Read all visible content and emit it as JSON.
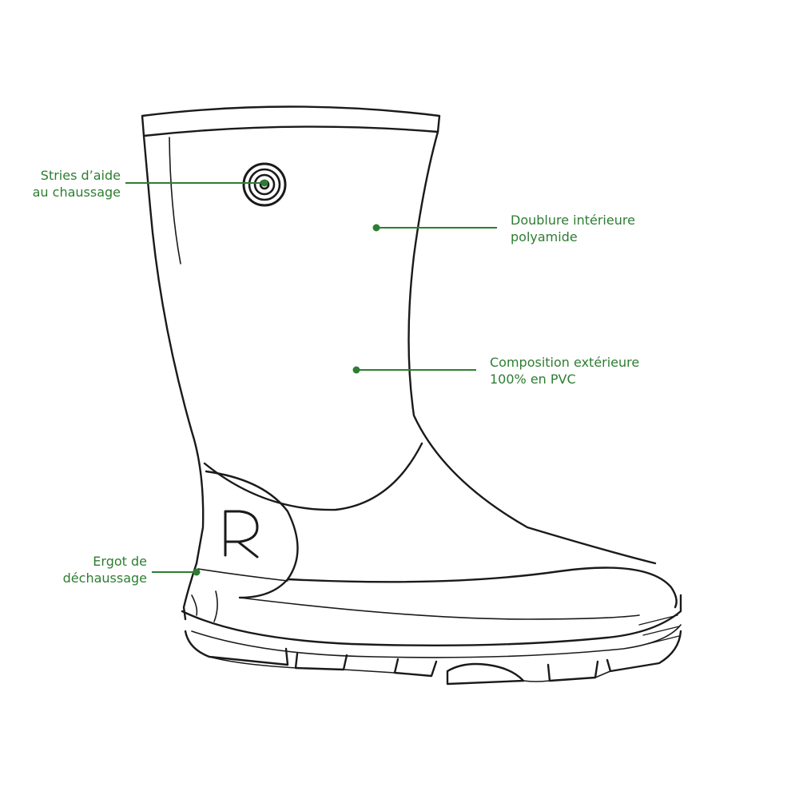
{
  "colors": {
    "outline": "#1a1a1a",
    "callout": "#2e7d32",
    "background": "#ffffff"
  },
  "callouts": {
    "stries": {
      "lines": [
        "Stries d’aide",
        "au chaussage"
      ]
    },
    "doublure": {
      "lines": [
        "Doublure intérieure",
        "polyamide"
      ]
    },
    "composition": {
      "lines": [
        "Composition extérieure",
        "100% en PVC"
      ]
    },
    "ergot": {
      "lines": [
        "Ergot de",
        "déchaussage"
      ]
    }
  }
}
